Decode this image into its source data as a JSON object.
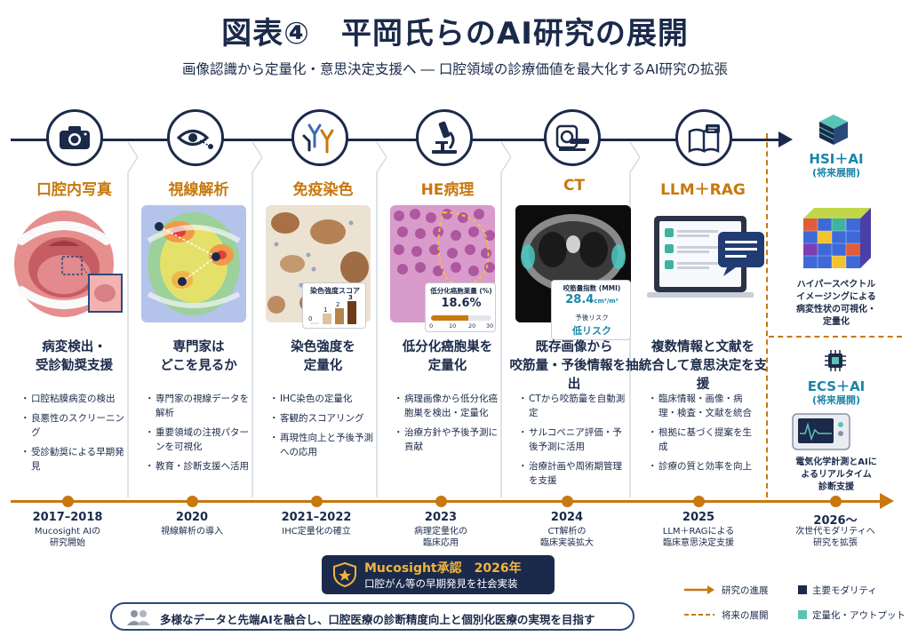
{
  "header": {
    "title": "図表④　平岡氏らのAI研究の展開",
    "subtitle": "画像認識から定量化・意思決定支援へ ― 口腔領域の診療価値を最大化するAI研究の拡張"
  },
  "columns": [
    {
      "label": "口腔内写真",
      "icon": "camera-icon",
      "heading_lines": [
        "病変検出・",
        "受診勧奨支援"
      ],
      "bullets": [
        "口腔粘膜病変の検出",
        "良悪性のスクリーニング",
        "受診勧奨による早期発見"
      ]
    },
    {
      "label": "視線解析",
      "icon": "eye-icon",
      "heading_lines": [
        "専門家は",
        "どこを見るか"
      ],
      "bullets": [
        "専門家の視線データを解析",
        "重要領域の注視パターンを可視化",
        "教育・診断支援へ活用"
      ]
    },
    {
      "label": "免疫染色",
      "icon": "antibody-icon",
      "heading_lines": [
        "染色強度を",
        "定量化"
      ],
      "bullets": [
        "IHC染色の定量化",
        "客観的スコアリング",
        "再現性向上と予後予測への応用"
      ],
      "inset": {
        "title": "染色強度スコア",
        "scores": [
          "0",
          "1",
          "2",
          "3"
        ]
      }
    },
    {
      "label": "HE病理",
      "icon": "microscope-icon",
      "heading_lines": [
        "低分化癌胞巣を",
        "定量化"
      ],
      "bullets": [
        "病理画像から低分化癌胞巣を検出・定量化",
        "治療方針や予後予測に貢献"
      ],
      "inset": {
        "title": "低分化癌胞巣量 (%)",
        "ticks": [
          "0",
          "10",
          "20",
          "30"
        ],
        "value": "18.6%",
        "fill": 0.62
      }
    },
    {
      "label": "CT",
      "icon": "ct-scanner-icon",
      "heading_lines": [
        "既存画像から",
        "咬筋量・予後情報を抽出"
      ],
      "bullets": [
        "CTから咬筋量を自動測定",
        "サルコペニア評価・予後予測に活用",
        "治療計画や周術期管理を支援"
      ],
      "inset": {
        "title": "咬筋量指数 (MMI)",
        "value": "28.4",
        "unit": "cm²/m²",
        "risk_label": "予後リスク",
        "risk_value": "低リスク"
      }
    },
    {
      "label": "LLM＋RAG",
      "icon": "book-chat-icon",
      "heading_lines": [
        "複数情報と文献を",
        "統合して意思決定を支援"
      ],
      "bullets": [
        "臨床情報・画像・病理・検査・文献を統合",
        "根拠に基づく提案を生成",
        "診療の質と効率を向上"
      ]
    }
  ],
  "future": {
    "hsi": {
      "title": "HSI＋AI",
      "sub": "(将来展開)",
      "desc": [
        "ハイパースペクトル",
        "イメージングによる",
        "病変性状の可視化・",
        "定量化"
      ]
    },
    "ecs": {
      "title": "ECS＋AI",
      "sub": "(将来展開)",
      "desc": [
        "電気化学計測とAIに",
        "よるリアルタイム",
        "診断支援"
      ]
    }
  },
  "timeline": [
    {
      "year": "2017–2018",
      "desc": [
        "Mucosight AIの",
        "研究開始"
      ]
    },
    {
      "year": "2020",
      "desc": [
        "視線解析の導入"
      ]
    },
    {
      "year": "2021–2022",
      "desc": [
        "IHC定量化の確立"
      ]
    },
    {
      "year": "2023",
      "desc": [
        "病理定量化の",
        "臨床応用"
      ]
    },
    {
      "year": "2024",
      "desc": [
        "CT解析の",
        "臨床実装拡大"
      ]
    },
    {
      "year": "2025",
      "desc": [
        "LLM＋RAGによる",
        "臨床意思決定支援"
      ]
    },
    {
      "year": "2026〜",
      "desc": [
        "次世代モダリティへ",
        "研究を拡張"
      ]
    }
  ],
  "badge": {
    "title": "Mucosight承認　2026年",
    "sub": "口腔がん等の早期発見を社会実装"
  },
  "banner": {
    "text": "多様なデータと先端AIを融合し、口腔医療の診断精度向上と個別化医療の実現を目指す"
  },
  "legend": {
    "progress": "研究の進展",
    "future": "将来の展開",
    "modality": "主要モダリティ",
    "quant": "定量化・アウトプット"
  },
  "colors": {
    "navy": "#1b2a4a",
    "orange": "#c8780f",
    "teal": "#1a86a8"
  }
}
